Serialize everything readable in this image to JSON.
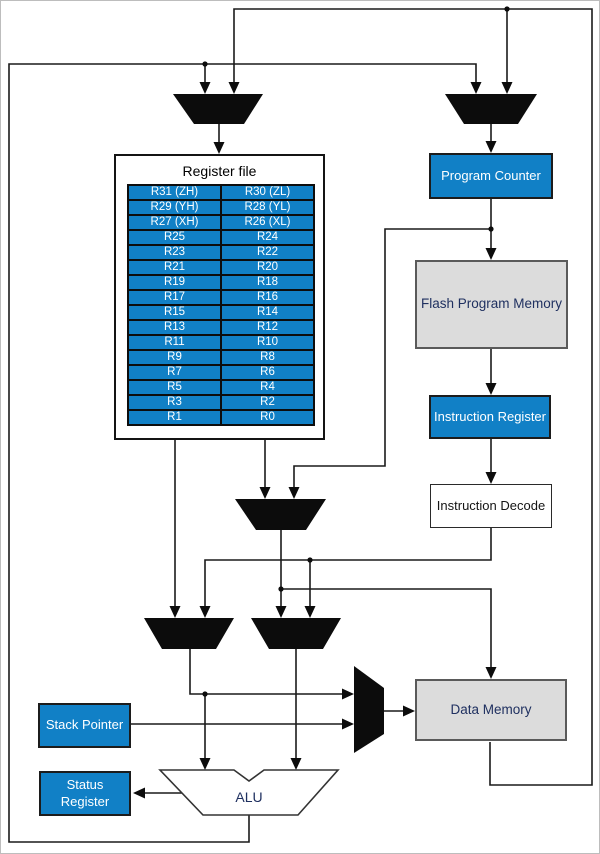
{
  "register_file": {
    "title": "Register file",
    "rows": [
      [
        "R31 (ZH)",
        "R30 (ZL)"
      ],
      [
        "R29 (YH)",
        "R28 (YL)"
      ],
      [
        "R27 (XH)",
        "R26 (XL)"
      ],
      [
        "R25",
        "R24"
      ],
      [
        "R23",
        "R22"
      ],
      [
        "R21",
        "R20"
      ],
      [
        "R19",
        "R18"
      ],
      [
        "R17",
        "R16"
      ],
      [
        "R15",
        "R14"
      ],
      [
        "R13",
        "R12"
      ],
      [
        "R11",
        "R10"
      ],
      [
        "R9",
        "R8"
      ],
      [
        "R7",
        "R6"
      ],
      [
        "R5",
        "R4"
      ],
      [
        "R3",
        "R2"
      ],
      [
        "R1",
        "R0"
      ]
    ]
  },
  "blocks": {
    "program_counter": "Program Counter",
    "flash_program_memory": "Flash Program Memory",
    "instruction_register": "Instruction Register",
    "instruction_decode": "Instruction Decode",
    "data_memory": "Data Memory",
    "stack_pointer": "Stack Pointer",
    "status_register": "Status Register",
    "alu": "ALU"
  },
  "colors": {
    "accent_blue": "#1180c6",
    "memory_gray": "#dcdcdc",
    "wire_black": "#1a1a1a",
    "label_navy": "#1f3060"
  }
}
